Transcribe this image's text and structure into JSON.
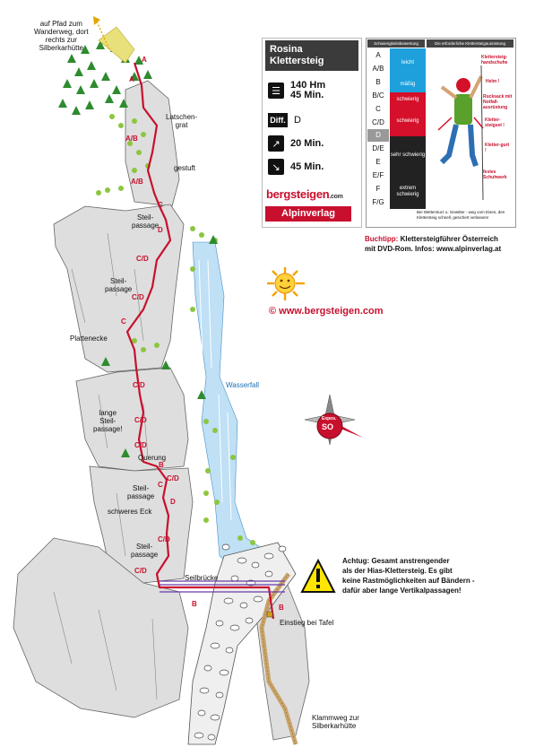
{
  "info_card": {
    "title_line1": "Rosina",
    "title_line2": "Klettersteig",
    "height_label": "140 Hm",
    "climb_time": "45 Min.",
    "difficulty_icon": "Diff.",
    "difficulty": "D",
    "approach_time": "20 Min.",
    "descent_time": "45 Min.",
    "brand_logo": "bergsteigen",
    "brand_logo_suffix": ".com",
    "publisher": "Alpinverlag"
  },
  "grade_scale": {
    "header_left": "Schwierigkeitsbewertung",
    "header_right": "Die erforderliche Klettersteigausrüstung",
    "grades": [
      "A",
      "A/B",
      "B",
      "B/C",
      "C",
      "C/D",
      "D",
      "D/E",
      "E",
      "E/F",
      "F",
      "F/G"
    ],
    "bands": [
      {
        "label": "leicht",
        "color": "#1ea0dc"
      },
      {
        "label": "mäßig",
        "color": "#1ea0dc"
      },
      {
        "label": "schwierig",
        "color": "#d4102a"
      },
      {
        "label": "schwierig",
        "color": "#d4102a"
      },
      {
        "label": "sehr schwierig",
        "color": "#222222"
      },
      {
        "label": "extrem schwierig",
        "color": "#222222"
      }
    ],
    "gear": [
      "Klettersteig-handschuhe",
      "Helm !",
      "Rucksack mit Notfall-ausrüstung",
      "Kletter-steigset !",
      "Kletter-gurt !",
      "festes Schuhwerk"
    ],
    "note": "Bei Wettersturz u. Gewitter - weg vom Eisen, den Klettersteig schnell, gesichert verlassen!"
  },
  "buchtipp": {
    "label": "Buchtipp:",
    "line1": "Klettersteigführer Österreich",
    "line2": "mit DVD-Rom. Infos: www.alpinverlag.at"
  },
  "copyright": "©  www.bergsteigen.com",
  "compass": {
    "label_top": "Expos.",
    "label": "SO"
  },
  "warning": {
    "line1": "Achtug: Gesamt anstrengender",
    "line2": "als der Hias-Klettersteig. Es gibt",
    "line3": "keine Rastmöglichkeiten auf Bändern -",
    "line4": "dafür aber lange Vertikalpassagen!"
  },
  "labels": {
    "top_path": [
      "auf Pfad zum",
      "Wanderweg, dort",
      "rechts zur",
      "Silberkarhütte"
    ],
    "latschengrat": [
      "Latschen-",
      "grat"
    ],
    "gestuft": "gestuft",
    "steilpassage1": [
      "Steil-",
      "passage"
    ],
    "steilpassage2": [
      "Steil-",
      "passage"
    ],
    "plattenecke": "Plattenecke",
    "lange_steil": [
      "lange",
      "Steil-",
      "passage!"
    ],
    "querung": "Querung",
    "steilpassage3": [
      "Steil-",
      "passage"
    ],
    "schweres_eck": "schweres Eck",
    "steilpassage4": [
      "Steil-",
      "passage"
    ],
    "seilbruecke": "Seilbrücke",
    "wasserfall": "Wasserfall",
    "einstieg": "Einstieg bei Tafel",
    "klammweg": [
      "Klammweg zur",
      "Silberkarhütte"
    ]
  },
  "route_grades": [
    "A",
    "A",
    "A/B",
    "A/B",
    "C",
    "D",
    "C/D",
    "C/D",
    "C",
    "C/D",
    "C/D",
    "C/D",
    "B",
    "C/D",
    "C",
    "D",
    "C/D",
    "C/D",
    "B",
    "B"
  ],
  "colors": {
    "route": "#c8102e",
    "rock": "#dcdcdc",
    "water": "#a8d4ef",
    "tree": "#2e8b2e",
    "accent_red": "#c8102e"
  }
}
